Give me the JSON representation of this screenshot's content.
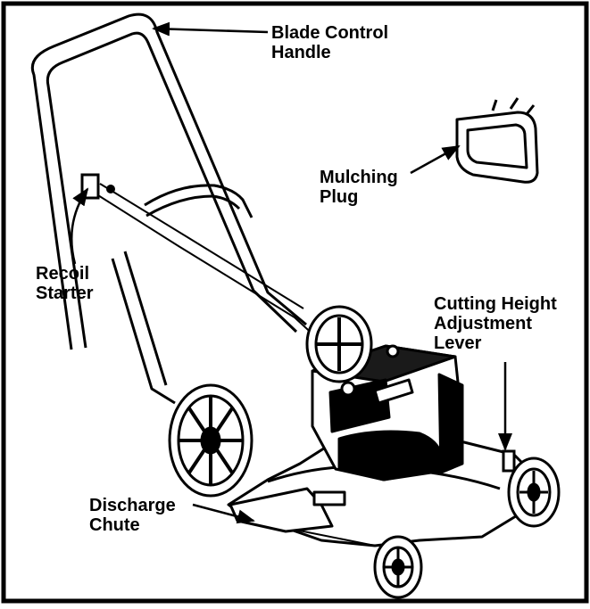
{
  "labels": {
    "blade_control_handle": [
      "Blade Control",
      "Handle"
    ],
    "mulching_plug": [
      "Mulching",
      "Plug"
    ],
    "recoil_starter": [
      "Recoil",
      "Starter"
    ],
    "cutting_height_adjustment_lever": [
      "Cutting Height",
      "Adjustment",
      "Lever"
    ],
    "discharge_chute": [
      "Discharge",
      "Chute"
    ]
  },
  "colors": {
    "ink": "#000000",
    "paper": "#ffffff"
  }
}
